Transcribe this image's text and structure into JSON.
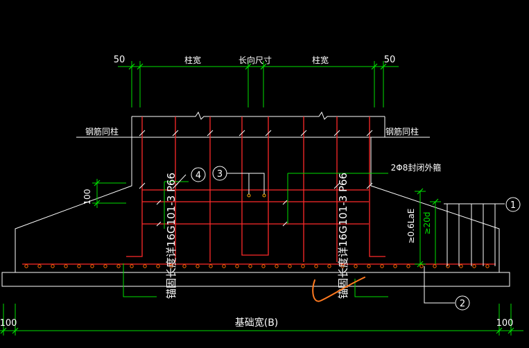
{
  "labels": {
    "dim_50_left": "50",
    "dim_50_right": "50",
    "col_width_left": "柱宽",
    "length_dim": "长向尺寸",
    "col_width_right": "柱宽",
    "rebar_same_col_left": "钢筋同柱",
    "rebar_same_col_right": "钢筋同柱",
    "closed_stirrup": "2Φ8封闭外箍",
    "dim_100_side": "100",
    "anchor_left": "锚固长度详16G101-3 P66",
    "anchor_right": "锚固长度详16G101-3 P66",
    "dev_len": "≥0.6LaE",
    "min_20d": "≥20d",
    "base_width": "基础宽(B)",
    "dim_100_bottom_left": "100",
    "dim_100_bottom_right": "100",
    "callout_1": "1",
    "callout_2": "2",
    "callout_3": "3",
    "callout_4": "4"
  },
  "colors": {
    "background": "#000000",
    "concrete_outline": "#ffffff",
    "rebar": "#ff2a2a",
    "dimension": "#00e000",
    "leader": "#ffffff",
    "rebar_dot": "#ff6a00",
    "annotation_mark": "#ff7a20"
  }
}
